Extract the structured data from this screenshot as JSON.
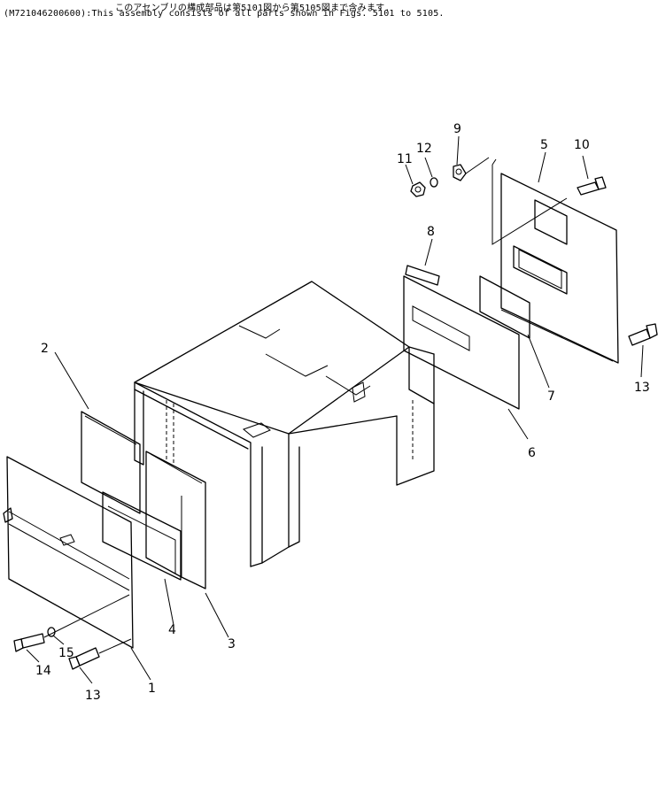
{
  "header": {
    "line_jp": "このアセンブリの構成部品は第5101図から第5105図まで含みます.",
    "line_en": "(M721046200600):This assembly consists of all parts shown in Figs. 5101 to 5105."
  },
  "part_numbers": {
    "p1": "1",
    "p2": "2",
    "p3": "3",
    "p4": "4",
    "p5": "5",
    "p6": "6",
    "p7": "7",
    "p8": "8",
    "p9": "9",
    "p10": "10",
    "p11": "11",
    "p12": "12",
    "p13a": "13",
    "p13b": "13",
    "p14": "14",
    "p15": "15"
  }
}
